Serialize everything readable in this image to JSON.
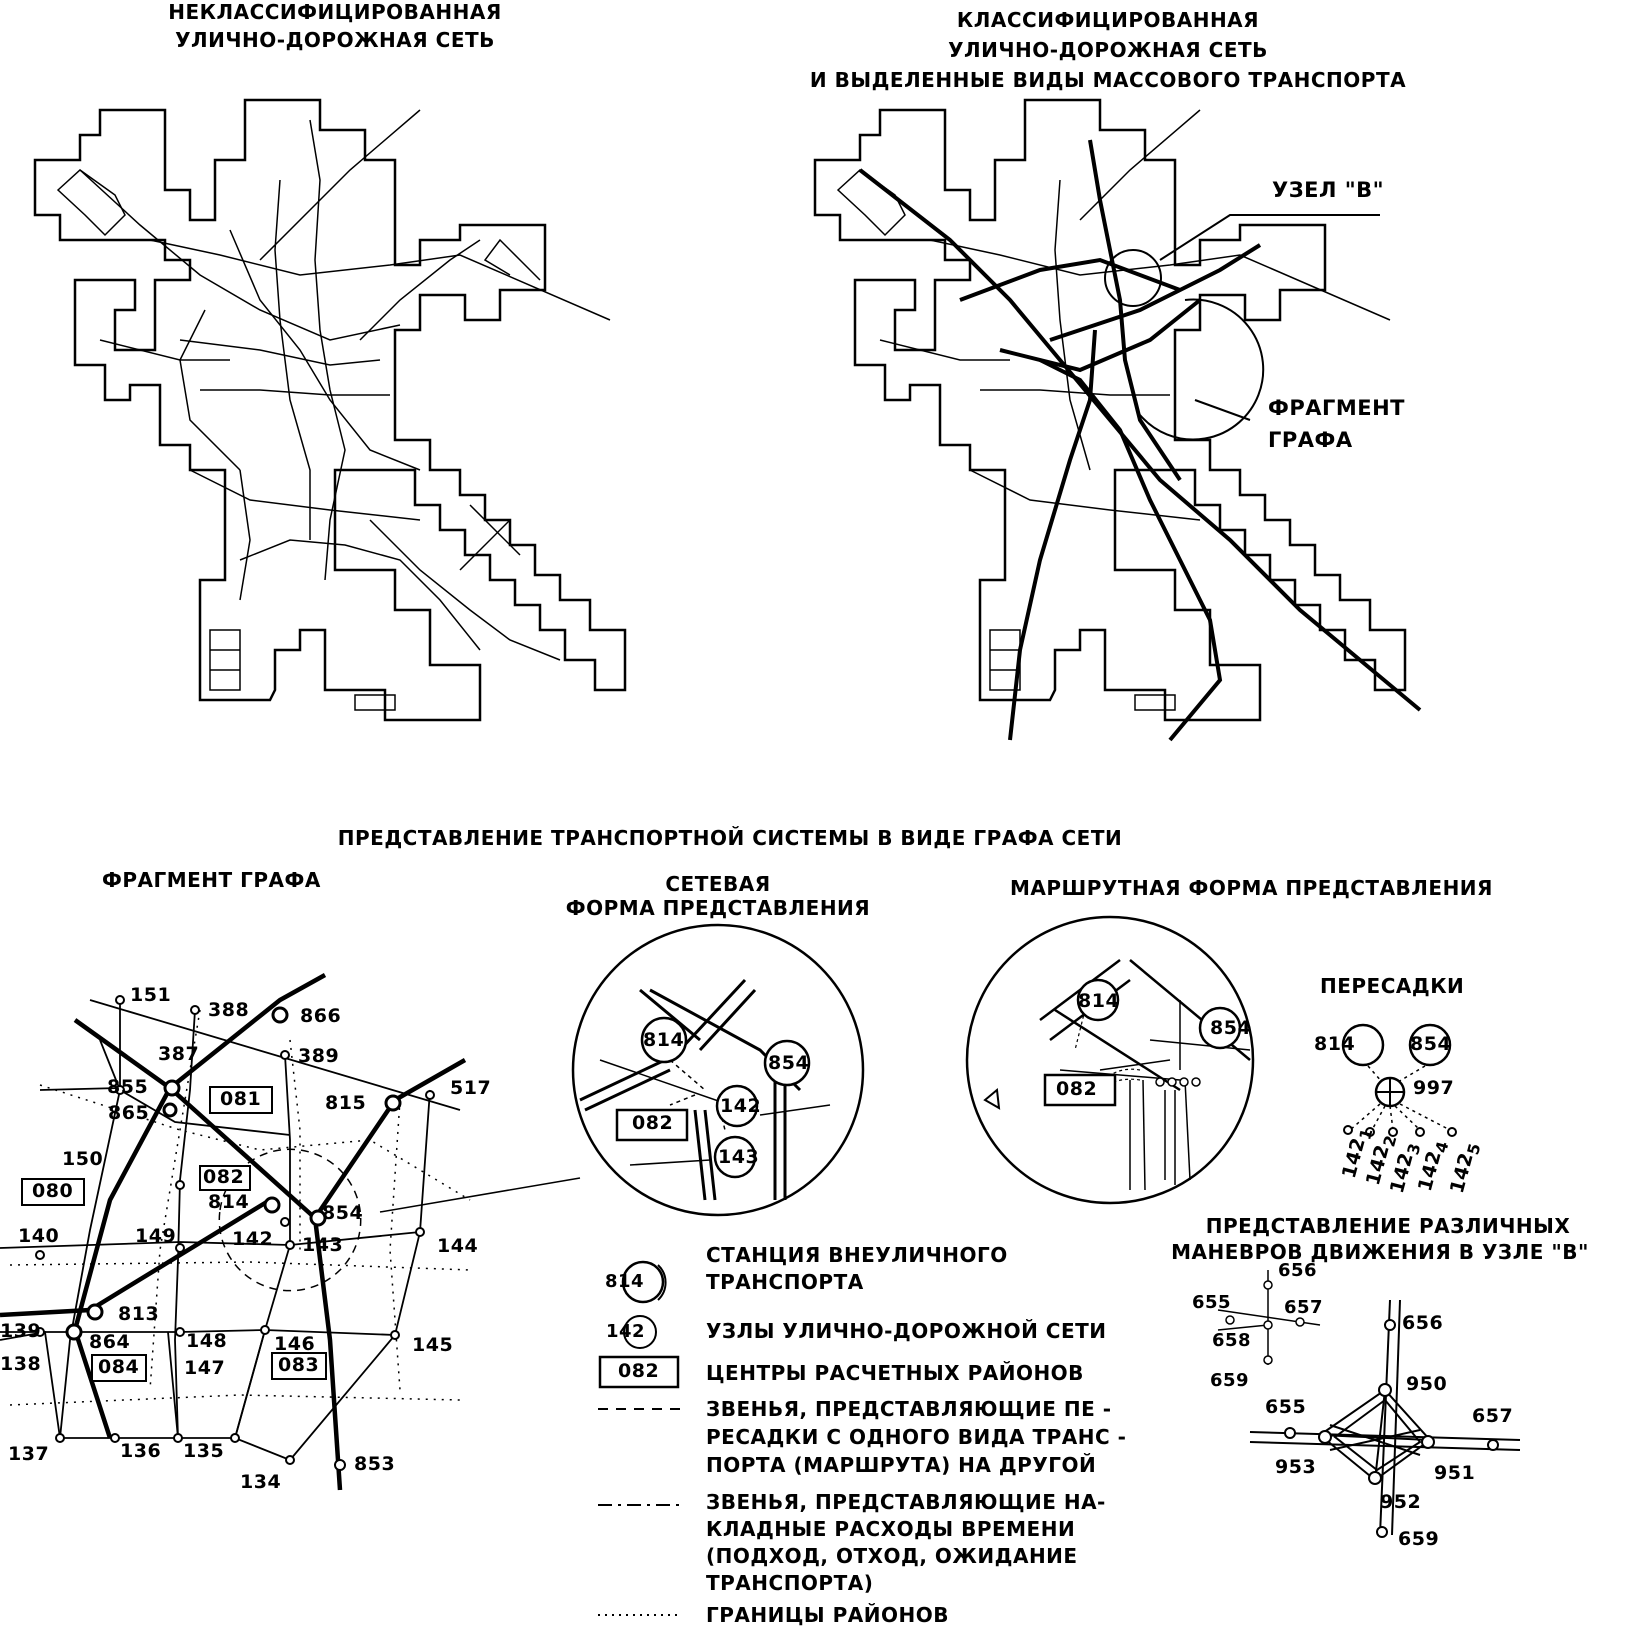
{
  "titles": {
    "left_map": [
      "НЕКЛАССИФИЦИРОВАННАЯ",
      "УЛИЧНО-ДОРОЖНАЯ СЕТЬ"
    ],
    "right_map": [
      "КЛАССИФИЦИРОВАННАЯ",
      "УЛИЧНО-ДОРОЖНАЯ  СЕТЬ",
      "И ВЫДЕЛЕННЫЕ ВИДЫ МАССОВОГО ТРАНСПОРТА"
    ],
    "node_b": "УЗЕЛ \"В\"",
    "fragment": [
      "ФРАГМЕНТ",
      "ГРАФА"
    ],
    "graph_section": "ПРЕДСТАВЛЕНИЕ ТРАНСПОРТНОЙ СИСТЕМЫ В ВИДЕ ГРАФА СЕТИ",
    "fragment_graph": "ФРАГМЕНТ    ГРАФА",
    "network_form": [
      "СЕТЕВАЯ",
      "ФОРМА ПРЕДСТАВЛЕНИЯ"
    ],
    "route_form": "МАРШРУТНАЯ ФОРМА ПРЕДСТАВЛЕНИЯ",
    "transfers": "ПЕРЕСАДКИ",
    "maneuvers": [
      "ПРЕДСТАВЛЕНИЕ РАЗЛИЧНЫХ",
      "МАНЕВРОВ ДВИЖЕНИЯ В УЗЛЕ \"В\""
    ]
  },
  "fragment_nodes": [
    {
      "id": "151"
    },
    {
      "id": "388"
    },
    {
      "id": "866"
    },
    {
      "id": "387"
    },
    {
      "id": "389"
    },
    {
      "id": "855"
    },
    {
      "id": "865"
    },
    {
      "id": "815"
    },
    {
      "id": "517"
    },
    {
      "id": "150"
    },
    {
      "id": "814"
    },
    {
      "id": "854"
    },
    {
      "id": "140"
    },
    {
      "id": "149"
    },
    {
      "id": "142"
    },
    {
      "id": "143"
    },
    {
      "id": "144"
    },
    {
      "id": "813"
    },
    {
      "id": "139"
    },
    {
      "id": "864"
    },
    {
      "id": "148"
    },
    {
      "id": "146"
    },
    {
      "id": "145"
    },
    {
      "id": "138"
    },
    {
      "id": "147"
    },
    {
      "id": "137"
    },
    {
      "id": "136"
    },
    {
      "id": "135"
    },
    {
      "id": "134"
    },
    {
      "id": "853"
    }
  ],
  "fragment_centers": [
    "081",
    "080",
    "082",
    "084",
    "083"
  ],
  "network_labels": [
    "814",
    "854",
    "142",
    "082",
    "143"
  ],
  "route_labels": [
    "814",
    "854",
    "082"
  ],
  "transfer_labels": [
    "814",
    "854",
    "997",
    "142",
    "1",
    "142",
    "2",
    "142",
    "3",
    "142",
    "4",
    "142",
    "5"
  ],
  "maneuver_small": [
    "656",
    "655",
    "657",
    "658",
    "659"
  ],
  "maneuver_big": [
    "656",
    "950",
    "655",
    "657",
    "953",
    "951",
    "952",
    "659"
  ],
  "legend": [
    {
      "symbol": "814",
      "text": [
        "СТАНЦИЯ ВНЕУЛИЧНОГО",
        "ТРАНСПОРТА"
      ]
    },
    {
      "symbol": "142",
      "text": [
        "УЗЛЫ УЛИЧНО-ДОРОЖНОЙ СЕТИ"
      ]
    },
    {
      "symbol": "082",
      "text": [
        "ЦЕНТРЫ РАСЧЕТНЫХ РАЙОНОВ"
      ]
    },
    {
      "symbol": "",
      "text": [
        "ЗВЕНЬЯ, ПРЕДСТАВЛЯЮЩИЕ ПЕ -",
        "РЕСАДКИ С ОДНОГО ВИДА  ТРАНС -",
        "ПОРТА  (МАРШРУТА)  НА ДРУГОЙ"
      ]
    },
    {
      "symbol": "",
      "text": [
        "ЗВЕНЬЯ, ПРЕДСТАВЛЯЮЩИЕ НА-",
        "КЛАДНЫЕ РАСХОДЫ  ВРЕМЕНИ",
        "(ПОДХОД, ОТХОД, ОЖИДАНИЕ",
        "ТРАНСПОРТА)"
      ]
    },
    {
      "symbol": "",
      "text": [
        "ГРАНИЦЫ РАЙОНОВ"
      ]
    }
  ]
}
